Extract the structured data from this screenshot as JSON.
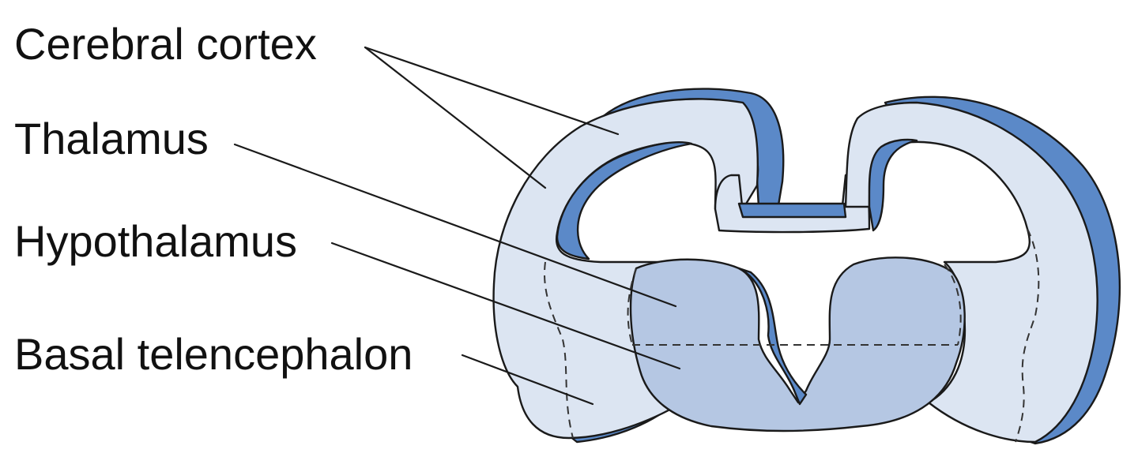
{
  "labels": {
    "cerebral_cortex": "Cerebral cortex",
    "thalamus": "Thalamus",
    "hypothalamus": "Hypothalamus",
    "basal_telencephalon": "Basal telencephalon"
  },
  "colors": {
    "tissue_light": "#dce5f2",
    "tissue_mid": "#b5c7e3",
    "tissue_dark": "#5b89c8",
    "outline": "#1a1a1a",
    "background": "#ffffff"
  }
}
